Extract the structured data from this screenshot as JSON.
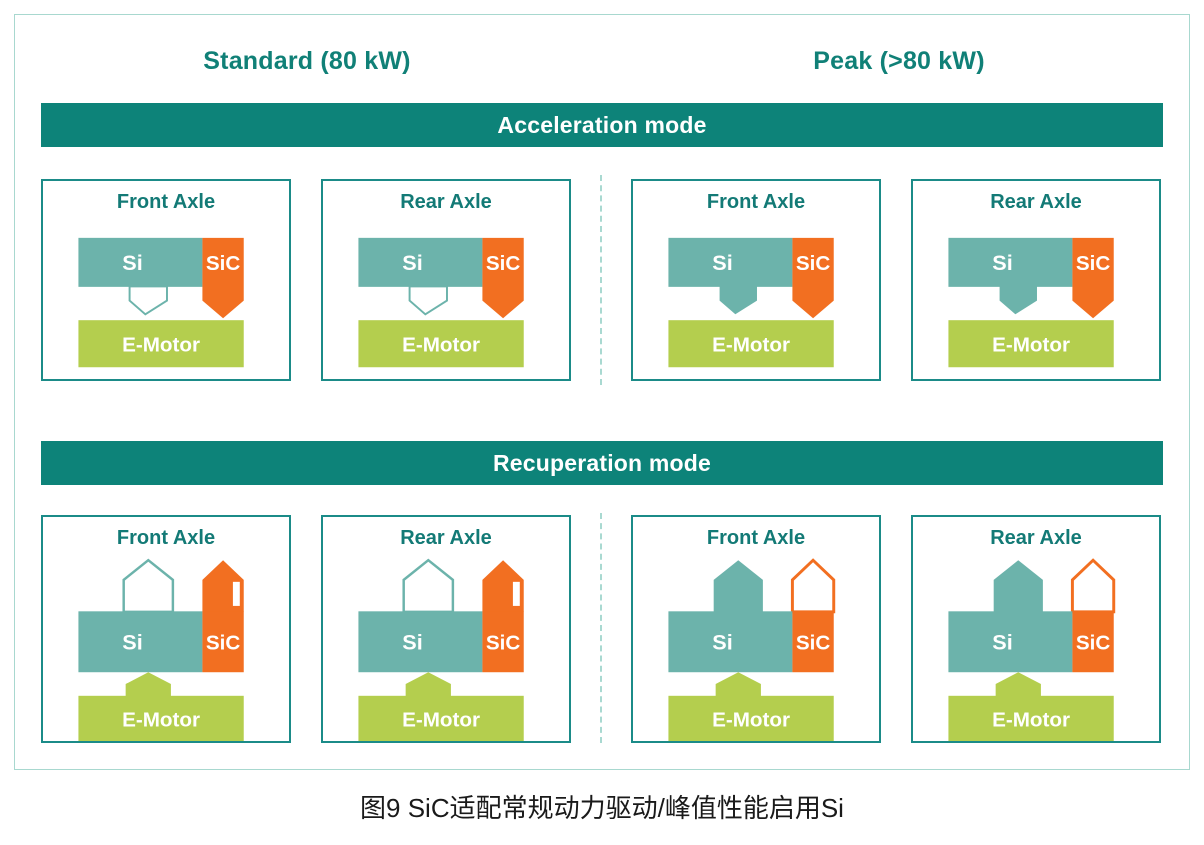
{
  "figure": {
    "caption": "图9  SiC适配常规动力驱动/峰值性能启用Si"
  },
  "columns": [
    {
      "id": "standard",
      "label": "Standard (80 kW)"
    },
    {
      "id": "peak",
      "label": "Peak (>80 kW)"
    }
  ],
  "modes": [
    {
      "id": "acceleration",
      "label": "Acceleration mode"
    },
    {
      "id": "recuperation",
      "label": "Recuperation mode"
    }
  ],
  "colors": {
    "teal_dark": "#0d8379",
    "teal_border": "#1b8b88",
    "teal_title": "#137a76",
    "teal_si": "#6cb3ab",
    "orange_sic": "#f26f21",
    "green_motor": "#b4ce4e",
    "frame_border": "#a8d8cf",
    "divider": "#a9d9d1",
    "label_text": "#ffffff"
  },
  "block_labels": {
    "si": "Si",
    "sic": "SiC",
    "motor": "E-Motor"
  },
  "panels": [
    {
      "id": "accel-standard-front",
      "mode": "acceleration",
      "column": "standard",
      "axle": "Front Axle",
      "si_arrow": "outline",
      "sic_arrow": "filled",
      "motor_arrow": "none",
      "direction": "down"
    },
    {
      "id": "accel-standard-rear",
      "mode": "acceleration",
      "column": "standard",
      "axle": "Rear Axle",
      "si_arrow": "outline",
      "sic_arrow": "filled",
      "motor_arrow": "none",
      "direction": "down"
    },
    {
      "id": "accel-peak-front",
      "mode": "acceleration",
      "column": "peak",
      "axle": "Front Axle",
      "si_arrow": "filled",
      "sic_arrow": "filled",
      "motor_arrow": "none",
      "direction": "down"
    },
    {
      "id": "accel-peak-rear",
      "mode": "acceleration",
      "column": "peak",
      "axle": "Rear Axle",
      "si_arrow": "filled",
      "sic_arrow": "filled",
      "motor_arrow": "none",
      "direction": "down"
    },
    {
      "id": "recup-standard-front",
      "mode": "recuperation",
      "column": "standard",
      "axle": "Front Axle",
      "si_arrow": "outline",
      "sic_arrow": "filled",
      "motor_arrow": "filled",
      "direction": "up"
    },
    {
      "id": "recup-standard-rear",
      "mode": "recuperation",
      "column": "standard",
      "axle": "Rear Axle",
      "si_arrow": "outline",
      "sic_arrow": "filled",
      "motor_arrow": "filled",
      "direction": "up"
    },
    {
      "id": "recup-peak-front",
      "mode": "recuperation",
      "column": "peak",
      "axle": "Front Axle",
      "si_arrow": "filled",
      "sic_arrow": "outline",
      "motor_arrow": "filled",
      "direction": "up"
    },
    {
      "id": "recup-peak-rear",
      "mode": "recuperation",
      "column": "peak",
      "axle": "Rear Axle",
      "si_arrow": "filled",
      "sic_arrow": "outline",
      "motor_arrow": "filled",
      "direction": "up"
    }
  ]
}
